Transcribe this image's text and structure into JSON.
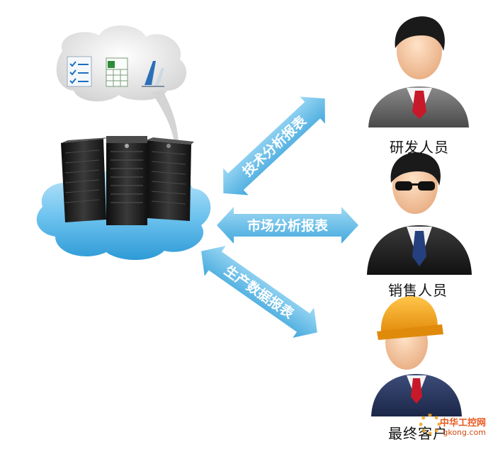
{
  "arrows": {
    "tech_report": "技术分析报表",
    "market_report": "市场分析报表",
    "production_report": "生产数据报表"
  },
  "roles": {
    "rd": "研发人员",
    "sales": "销售人员",
    "customer": "最终客户"
  },
  "watermark": {
    "brand": "中华工控网",
    "url": "gkong.com"
  },
  "colors": {
    "arrow": "#6cc0e8",
    "cloud": "#4fb3e6",
    "server": "#1c1c1c",
    "helmet": "#f3a21a",
    "tie": "#c8192a"
  },
  "icons": [
    "document-checklist-icon",
    "spreadsheet-icon",
    "chart-document-icon"
  ]
}
